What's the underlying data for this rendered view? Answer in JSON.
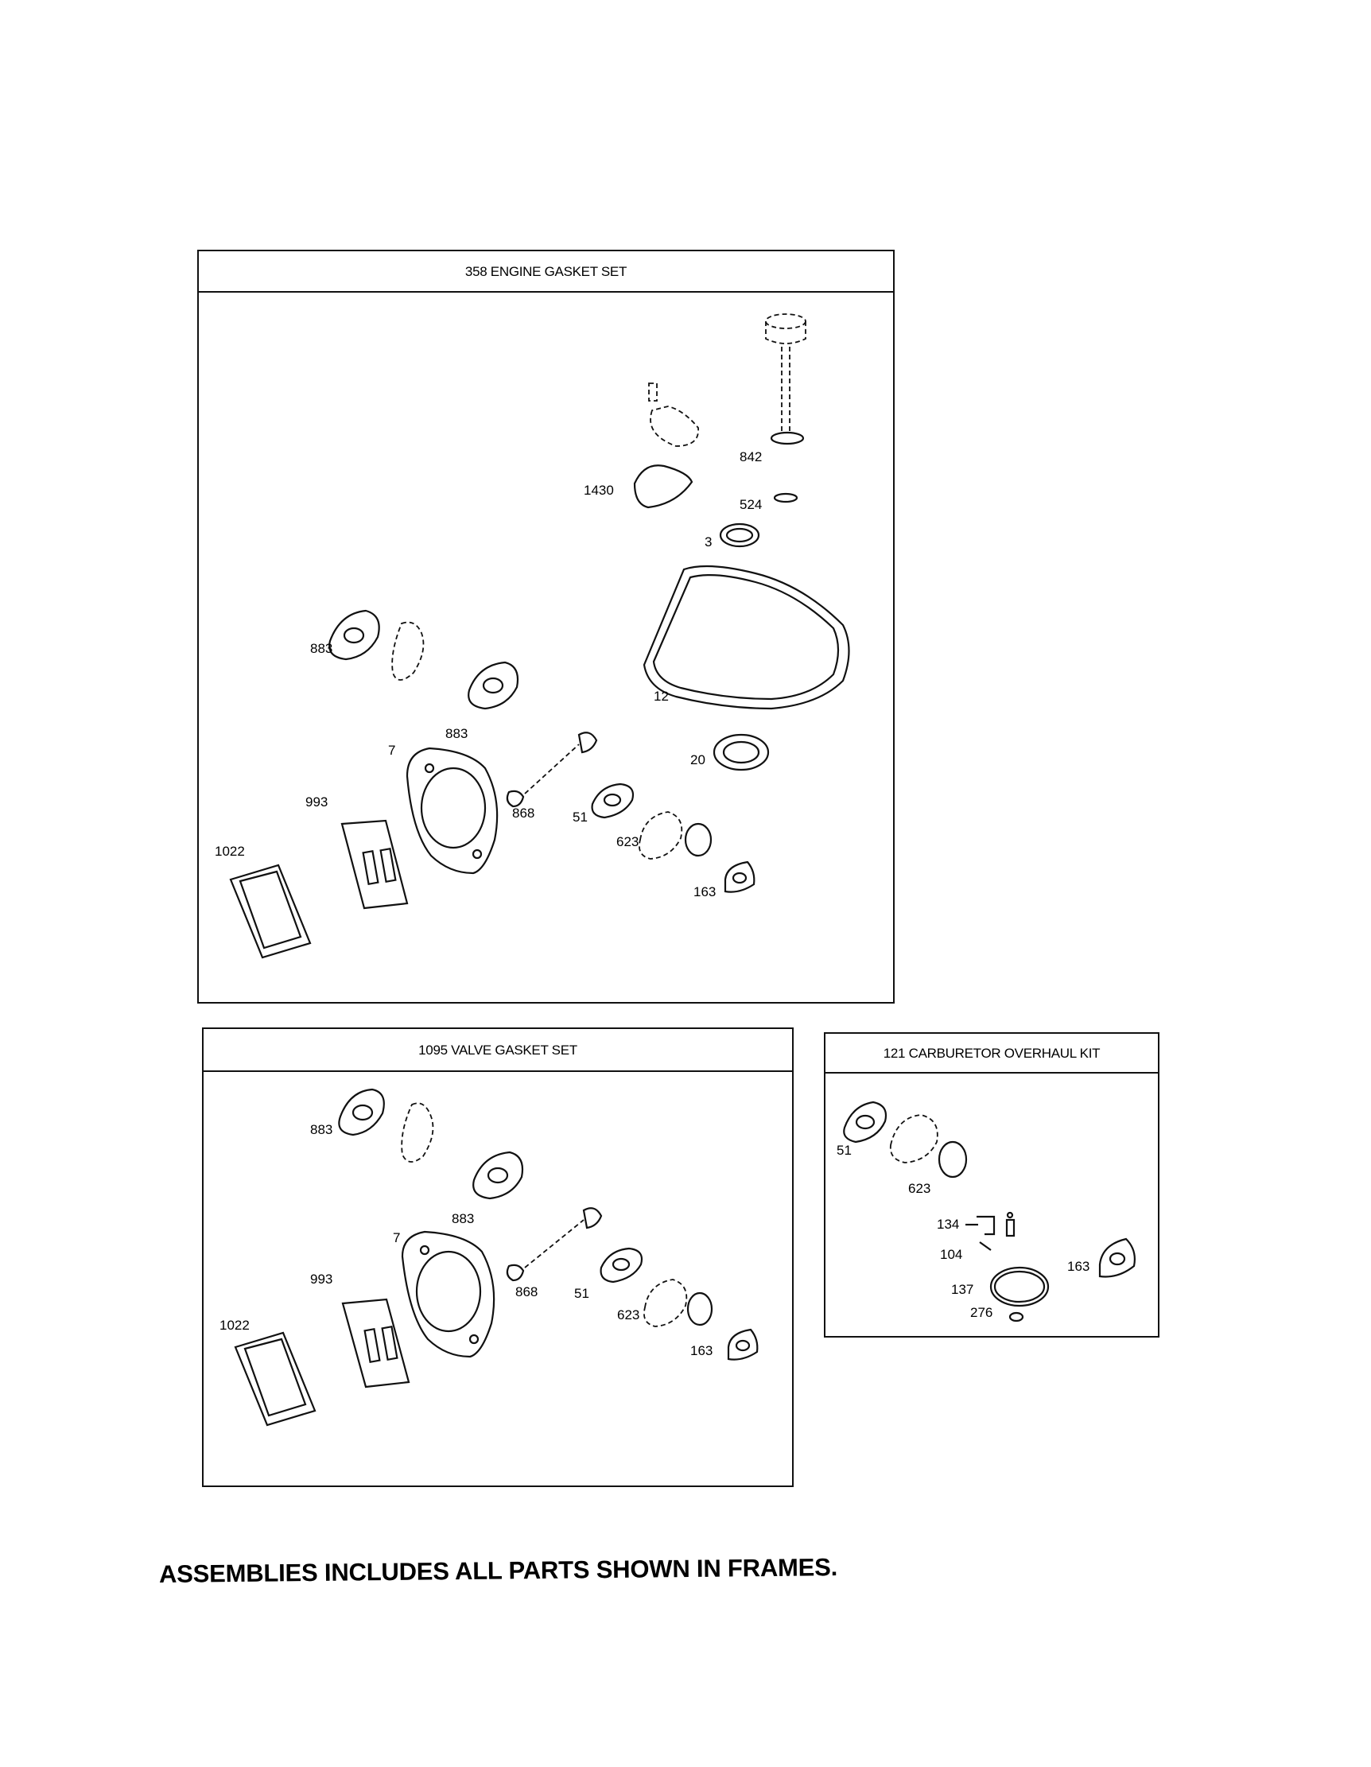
{
  "frames": {
    "engine": {
      "title": "358 ENGINE GASKET SET",
      "labels": {
        "p842": "842",
        "p1430": "1430",
        "p524": "524",
        "p3": "3",
        "p883a": "883",
        "p12": "12",
        "p883b": "883",
        "p7": "7",
        "p20": "20",
        "p993": "993",
        "p868": "868",
        "p51": "51",
        "p1022": "1022",
        "p623": "623",
        "p163": "163"
      }
    },
    "valve": {
      "title": "1095 VALVE GASKET SET",
      "labels": {
        "p883a": "883",
        "p883b": "883",
        "p7": "7",
        "p993": "993",
        "p868": "868",
        "p51": "51",
        "p623": "623",
        "p1022": "1022",
        "p163": "163"
      }
    },
    "carb": {
      "title": "121 CARBURETOR OVERHAUL KIT",
      "labels": {
        "p51": "51",
        "p623": "623",
        "p134": "134",
        "p104": "104",
        "p163": "163",
        "p137": "137",
        "p276": "276"
      }
    }
  },
  "footer_note": "ASSEMBLIES INCLUDES ALL PARTS SHOWN IN FRAMES."
}
